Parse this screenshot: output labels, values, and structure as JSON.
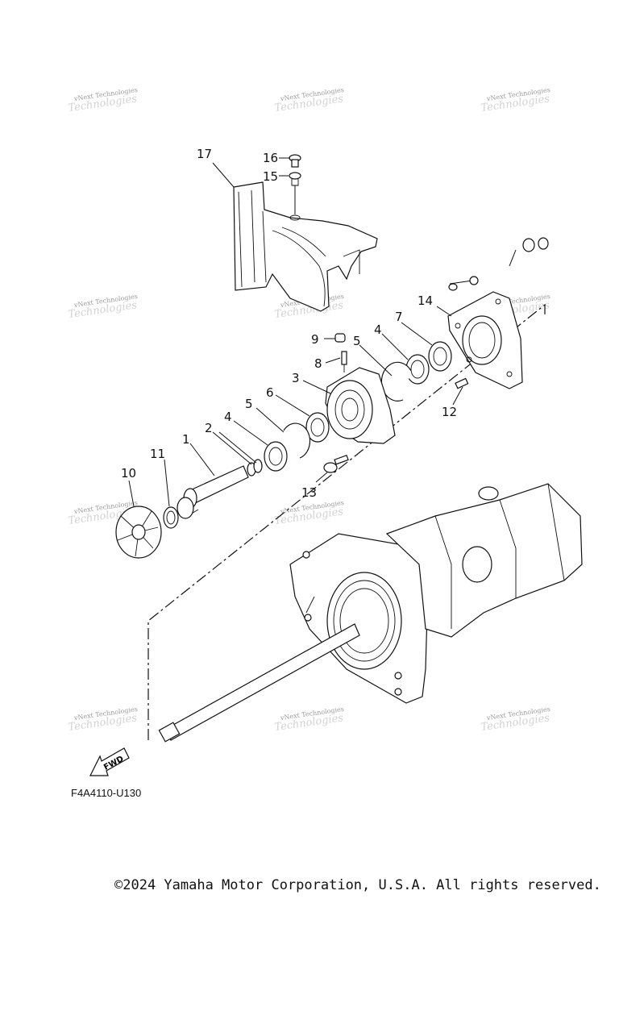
{
  "diagram": {
    "code": "F4A4110-U130",
    "direction_label": "FWD",
    "callouts": [
      "1",
      "2",
      "3",
      "4",
      "4",
      "5",
      "5",
      "6",
      "7",
      "8",
      "9",
      "10",
      "11",
      "12",
      "13",
      "14",
      "15",
      "16",
      "17"
    ]
  },
  "watermark": {
    "line1": "vNext Technologies",
    "line2": "Technologies"
  },
  "copyright": "©2024 Yamaha Motor Corporation, U.S.A. All rights reserved."
}
